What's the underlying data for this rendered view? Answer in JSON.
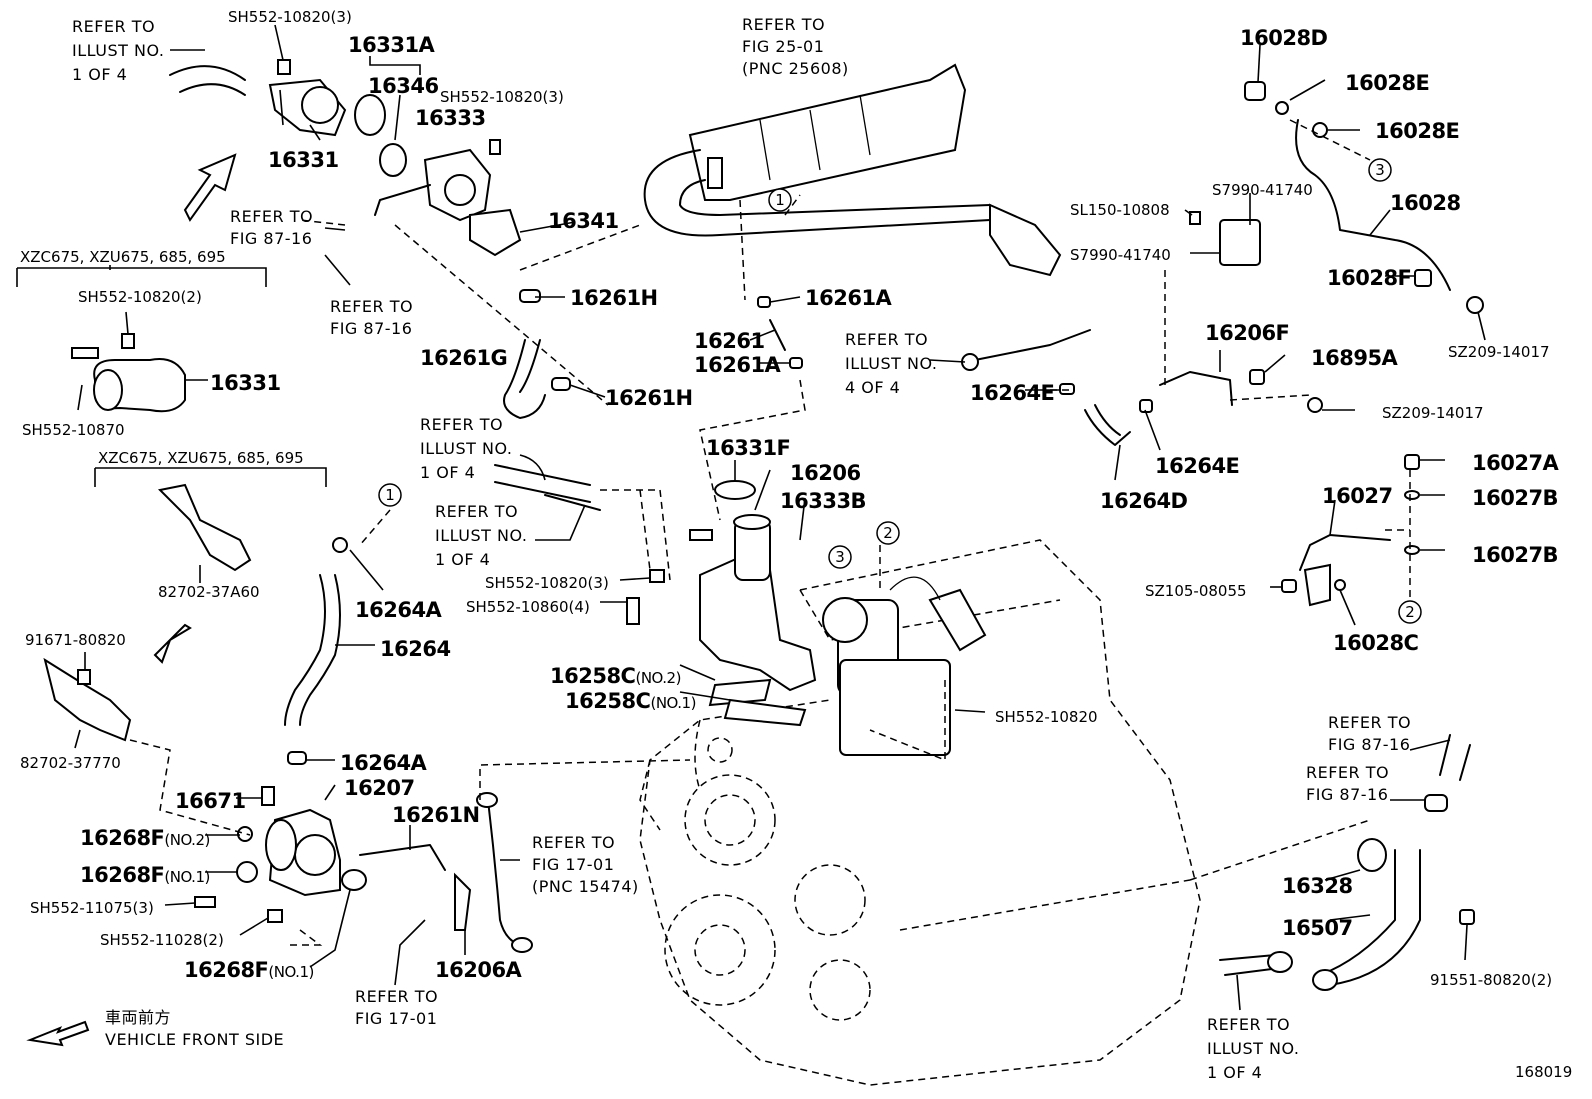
{
  "labels": [
    {
      "id": "refer-1of4-topleft",
      "text": [
        "REFER TO",
        "ILLUST NO.",
        "1 OF 4"
      ],
      "cls": "ref"
    },
    {
      "id": "sh552-10820-3-a",
      "text": [
        "SH552-10820(3)"
      ],
      "cls": "sm"
    },
    {
      "id": "16331A",
      "text": [
        "16331A"
      ],
      "cls": "pn"
    },
    {
      "id": "16346",
      "text": [
        "16346"
      ],
      "cls": "pn"
    },
    {
      "id": "sh552-10820-3-b",
      "text": [
        "SH552-10820(3)"
      ],
      "cls": "sm"
    },
    {
      "id": "16333",
      "text": [
        "16333"
      ],
      "cls": "pn"
    },
    {
      "id": "16331-top",
      "text": [
        "16331"
      ],
      "cls": "pn"
    },
    {
      "id": "refer-fig87-a",
      "text": [
        "REFER TO",
        "FIG 87-16"
      ],
      "cls": "ref"
    },
    {
      "id": "refer-fig87-b",
      "text": [
        "REFER TO",
        "FIG 87-16"
      ],
      "cls": "ref"
    },
    {
      "id": "16341",
      "text": [
        "16341"
      ],
      "cls": "pn"
    },
    {
      "id": "variant-1",
      "text": [
        "XZC675, XZU675, 685, 695"
      ],
      "cls": "sm"
    },
    {
      "id": "sh552-10820-2",
      "text": [
        "SH552-10820(2)"
      ],
      "cls": "sm"
    },
    {
      "id": "16331-var",
      "text": [
        "16331"
      ],
      "cls": "pn"
    },
    {
      "id": "sh552-10870",
      "text": [
        "SH552-10870"
      ],
      "cls": "sm"
    },
    {
      "id": "variant-2",
      "text": [
        "XZC675, XZU675, 685, 695"
      ],
      "cls": "sm"
    },
    {
      "id": "82702-37A60",
      "text": [
        "82702-37A60"
      ],
      "cls": "sm"
    },
    {
      "id": "91671-80820",
      "text": [
        "91671-80820"
      ],
      "cls": "sm"
    },
    {
      "id": "82702-37770",
      "text": [
        "82702-37770"
      ],
      "cls": "sm"
    },
    {
      "id": "refer-fig25",
      "text": [
        "REFER TO",
        "FIG 25-01",
        "(PNC 25608)"
      ],
      "cls": "ref"
    },
    {
      "id": "16261H-a",
      "text": [
        "16261H"
      ],
      "cls": "pn"
    },
    {
      "id": "16261G",
      "text": [
        "16261G"
      ],
      "cls": "pn"
    },
    {
      "id": "16261H-b",
      "text": [
        "16261H"
      ],
      "cls": "pn"
    },
    {
      "id": "16261A-a",
      "text": [
        "16261A"
      ],
      "cls": "pn"
    },
    {
      "id": "16261",
      "text": [
        "16261"
      ],
      "cls": "pn"
    },
    {
      "id": "16261A-b",
      "text": [
        "16261A"
      ],
      "cls": "pn"
    },
    {
      "id": "refer-1of4-mid",
      "text": [
        "REFER TO",
        "ILLUST NO.",
        "1 OF 4"
      ],
      "cls": "ref"
    },
    {
      "id": "refer-1of4-mid2",
      "text": [
        "REFER TO",
        "ILLUST NO.",
        "1 OF 4"
      ],
      "cls": "ref"
    },
    {
      "id": "16331F",
      "text": [
        "16331F"
      ],
      "cls": "pn"
    },
    {
      "id": "16206",
      "text": [
        "16206"
      ],
      "cls": "pn"
    },
    {
      "id": "16333B",
      "text": [
        "16333B"
      ],
      "cls": "pn"
    },
    {
      "id": "sh552-10820-3-c",
      "text": [
        "SH552-10820(3)"
      ],
      "cls": "sm"
    },
    {
      "id": "sh552-10860-4",
      "text": [
        "SH552-10860(4)"
      ],
      "cls": "sm"
    },
    {
      "id": "16258C-no2",
      "text": [
        "16258C"
      ],
      "cls": "pn",
      "suffix": "(NO.2)"
    },
    {
      "id": "16258C-no1",
      "text": [
        "16258C"
      ],
      "cls": "pn",
      "suffix": "(NO.1)"
    },
    {
      "id": "sh552-10820",
      "text": [
        "SH552-10820"
      ],
      "cls": "sm"
    },
    {
      "id": "16264A-a",
      "text": [
        "16264A"
      ],
      "cls": "pn"
    },
    {
      "id": "16264",
      "text": [
        "16264"
      ],
      "cls": "pn"
    },
    {
      "id": "16264A-b",
      "text": [
        "16264A"
      ],
      "cls": "pn"
    },
    {
      "id": "16207",
      "text": [
        "16207"
      ],
      "cls": "pn"
    },
    {
      "id": "16671",
      "text": [
        "16671"
      ],
      "cls": "pn"
    },
    {
      "id": "16268F-no2",
      "text": [
        "16268F"
      ],
      "cls": "pn",
      "suffix": "(NO.2)"
    },
    {
      "id": "16268F-no1-a",
      "text": [
        "16268F"
      ],
      "cls": "pn",
      "suffix": "(NO.1)"
    },
    {
      "id": "sh552-11075-3",
      "text": [
        "SH552-11075(3)"
      ],
      "cls": "sm"
    },
    {
      "id": "sh552-11028-2",
      "text": [
        "SH552-11028(2)"
      ],
      "cls": "sm"
    },
    {
      "id": "16268F-no1-b",
      "text": [
        "16268F"
      ],
      "cls": "pn",
      "suffix": "(NO.1)"
    },
    {
      "id": "16261N",
      "text": [
        "16261N"
      ],
      "cls": "pn"
    },
    {
      "id": "refer-fig17-a",
      "text": [
        "REFER TO",
        "FIG 17-01",
        "(PNC 15474)"
      ],
      "cls": "ref"
    },
    {
      "id": "16206A",
      "text": [
        "16206A"
      ],
      "cls": "pn"
    },
    {
      "id": "refer-fig17-b",
      "text": [
        "REFER TO",
        "FIG 17-01"
      ],
      "cls": "ref"
    },
    {
      "id": "front-jp",
      "text": [
        "車両前方"
      ],
      "cls": "ref"
    },
    {
      "id": "front-en",
      "text": [
        "VEHICLE FRONT SIDE"
      ],
      "cls": "ref"
    },
    {
      "id": "16028D",
      "text": [
        "16028D"
      ],
      "cls": "pn"
    },
    {
      "id": "16028E-a",
      "text": [
        "16028E"
      ],
      "cls": "pn"
    },
    {
      "id": "16028E-b",
      "text": [
        "16028E"
      ],
      "cls": "pn"
    },
    {
      "id": "s7990-41740-a",
      "text": [
        "S7990-41740"
      ],
      "cls": "sm"
    },
    {
      "id": "sl150-10808",
      "text": [
        "SL150-10808"
      ],
      "cls": "sm"
    },
    {
      "id": "16028",
      "text": [
        "16028"
      ],
      "cls": "pn"
    },
    {
      "id": "s7990-41740-b",
      "text": [
        "S7990-41740"
      ],
      "cls": "sm"
    },
    {
      "id": "16028F",
      "text": [
        "16028F"
      ],
      "cls": "pn"
    },
    {
      "id": "sz209-14017-a",
      "text": [
        "SZ209-14017"
      ],
      "cls": "sm"
    },
    {
      "id": "refer-4of4",
      "text": [
        "REFER TO",
        "ILLUST NO.",
        "4 OF 4"
      ],
      "cls": "ref"
    },
    {
      "id": "16206F",
      "text": [
        "16206F"
      ],
      "cls": "pn"
    },
    {
      "id": "16895A",
      "text": [
        "16895A"
      ],
      "cls": "pn"
    },
    {
      "id": "16264E-a",
      "text": [
        "16264E"
      ],
      "cls": "pn"
    },
    {
      "id": "sz209-14017-b",
      "text": [
        "SZ209-14017"
      ],
      "cls": "sm"
    },
    {
      "id": "16264E-b",
      "text": [
        "16264E"
      ],
      "cls": "pn"
    },
    {
      "id": "16264D",
      "text": [
        "16264D"
      ],
      "cls": "pn"
    },
    {
      "id": "16027A",
      "text": [
        "16027A"
      ],
      "cls": "pn"
    },
    {
      "id": "16027",
      "text": [
        "16027"
      ],
      "cls": "pn"
    },
    {
      "id": "16027B-a",
      "text": [
        "16027B"
      ],
      "cls": "pn"
    },
    {
      "id": "16027B-b",
      "text": [
        "16027B"
      ],
      "cls": "pn"
    },
    {
      "id": "sz105-08055",
      "text": [
        "SZ105-08055"
      ],
      "cls": "sm"
    },
    {
      "id": "16028C",
      "text": [
        "16028C"
      ],
      "cls": "pn"
    },
    {
      "id": "refer-fig87-c",
      "text": [
        "REFER TO",
        "FIG 87-16"
      ],
      "cls": "ref"
    },
    {
      "id": "refer-fig87-d",
      "text": [
        "REFER TO",
        "FIG 87-16"
      ],
      "cls": "ref"
    },
    {
      "id": "16328",
      "text": [
        "16328"
      ],
      "cls": "pn"
    },
    {
      "id": "16507",
      "text": [
        "16507"
      ],
      "cls": "pn"
    },
    {
      "id": "91551-80820-2",
      "text": [
        "91551-80820(2)"
      ],
      "cls": "sm"
    },
    {
      "id": "refer-1of4-bottom",
      "text": [
        "REFER TO",
        "ILLUST NO.",
        "1 OF 4"
      ],
      "cls": "ref"
    },
    {
      "id": "fig-number",
      "text": [
        "168019"
      ],
      "cls": "sm"
    }
  ],
  "callouts": [
    "1",
    "1",
    "2",
    "2",
    "3",
    "3"
  ]
}
